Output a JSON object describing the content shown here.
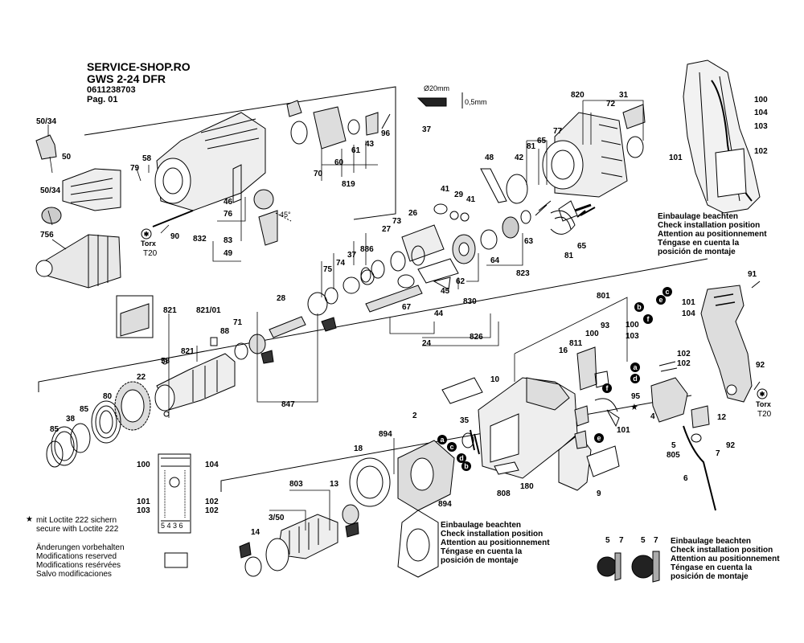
{
  "header": {
    "shop": "SERVICE-SHOP.RO",
    "model": "GWS 2-24 DFR",
    "part_number": "0611238703",
    "page": "Pag. 01"
  },
  "install_note": [
    "Einbaulage beachten",
    "Check installation position",
    "Attention au positionnement",
    "Téngase en cuenta la",
    "posición de montaje"
  ],
  "loctite_note": [
    "mit Loctite 222 sichern",
    "secure with Loctite 222"
  ],
  "modifications_note": [
    "Änderungen vorbehalten",
    "Modifications reserved",
    "Modifications resérvées",
    "Salvo modificaciones"
  ],
  "dimension": {
    "diameter": "Ø20mm",
    "thickness": "0,5mm"
  },
  "torx": {
    "label": "Torx",
    "size": "T20"
  },
  "angle": "45°",
  "wiring_terminals": "5 4 3 6",
  "labels": [
    {
      "id": "l1",
      "text": "50/34"
    },
    {
      "id": "l2",
      "text": "50"
    },
    {
      "id": "l3",
      "text": "50/34"
    },
    {
      "id": "l4",
      "text": "756"
    },
    {
      "id": "l5",
      "text": "79"
    },
    {
      "id": "l6",
      "text": "58"
    },
    {
      "id": "l7",
      "text": "90"
    },
    {
      "id": "l8",
      "text": "46"
    },
    {
      "id": "l9",
      "text": "76"
    },
    {
      "id": "l10",
      "text": "832"
    },
    {
      "id": "l11",
      "text": "83"
    },
    {
      "id": "l12",
      "text": "49"
    },
    {
      "id": "l13",
      "text": "70"
    },
    {
      "id": "l14",
      "text": "60"
    },
    {
      "id": "l15",
      "text": "61"
    },
    {
      "id": "l16",
      "text": "43"
    },
    {
      "id": "l17",
      "text": "96"
    },
    {
      "id": "l18",
      "text": "819"
    },
    {
      "id": "l19",
      "text": "37"
    },
    {
      "id": "l20",
      "text": "820"
    },
    {
      "id": "l21",
      "text": "31"
    },
    {
      "id": "l22",
      "text": "72"
    },
    {
      "id": "l23",
      "text": "77"
    },
    {
      "id": "l24",
      "text": "42"
    },
    {
      "id": "l25",
      "text": "81"
    },
    {
      "id": "l26",
      "text": "65"
    },
    {
      "id": "l27",
      "text": "48"
    },
    {
      "id": "l28",
      "text": "41"
    },
    {
      "id": "l29",
      "text": "29"
    },
    {
      "id": "l30",
      "text": "41"
    },
    {
      "id": "l31",
      "text": "73"
    },
    {
      "id": "l32",
      "text": "26"
    },
    {
      "id": "l33",
      "text": "27"
    },
    {
      "id": "l34",
      "text": "886"
    },
    {
      "id": "l35",
      "text": "37"
    },
    {
      "id": "l36",
      "text": "74"
    },
    {
      "id": "l37",
      "text": "75"
    },
    {
      "id": "l38",
      "text": "63"
    },
    {
      "id": "l39",
      "text": "65"
    },
    {
      "id": "l40",
      "text": "81"
    },
    {
      "id": "l41",
      "text": "64"
    },
    {
      "id": "l42",
      "text": "823"
    },
    {
      "id": "l43",
      "text": "62"
    },
    {
      "id": "l44",
      "text": "45"
    },
    {
      "id": "l45",
      "text": "830"
    },
    {
      "id": "l46",
      "text": "67"
    },
    {
      "id": "l47",
      "text": "44"
    },
    {
      "id": "l48",
      "text": "826"
    },
    {
      "id": "l49",
      "text": "24"
    },
    {
      "id": "l50",
      "text": "821"
    },
    {
      "id": "l51",
      "text": "821/01"
    },
    {
      "id": "l52",
      "text": "28"
    },
    {
      "id": "l53",
      "text": "71"
    },
    {
      "id": "l54",
      "text": "88"
    },
    {
      "id": "l55",
      "text": "58"
    },
    {
      "id": "l56",
      "text": "821"
    },
    {
      "id": "l57",
      "text": "22"
    },
    {
      "id": "l58",
      "text": "80"
    },
    {
      "id": "l59",
      "text": "85"
    },
    {
      "id": "l60",
      "text": "38"
    },
    {
      "id": "l61",
      "text": "85"
    },
    {
      "id": "l62",
      "text": "847"
    },
    {
      "id": "l63",
      "text": "100"
    },
    {
      "id": "l64",
      "text": "104"
    },
    {
      "id": "l65",
      "text": "103"
    },
    {
      "id": "l66",
      "text": "101"
    },
    {
      "id": "l67",
      "text": "102"
    },
    {
      "id": "l68",
      "text": "91"
    },
    {
      "id": "l69",
      "text": "801"
    },
    {
      "id": "l70",
      "text": "100"
    },
    {
      "id": "l71",
      "text": "103"
    },
    {
      "id": "l72",
      "text": "101"
    },
    {
      "id": "l73",
      "text": "104"
    },
    {
      "id": "l74",
      "text": "93"
    },
    {
      "id": "l75",
      "text": "811"
    },
    {
      "id": "l76",
      "text": "100"
    },
    {
      "id": "l77",
      "text": "16"
    },
    {
      "id": "l78",
      "text": "102"
    },
    {
      "id": "l79",
      "text": "102"
    },
    {
      "id": "l80",
      "text": "92"
    },
    {
      "id": "l81",
      "text": "10"
    },
    {
      "id": "l82",
      "text": "95"
    },
    {
      "id": "l83",
      "text": "4"
    },
    {
      "id": "l84",
      "text": "12"
    },
    {
      "id": "l85",
      "text": "101"
    },
    {
      "id": "l86",
      "text": "2"
    },
    {
      "id": "l87",
      "text": "35"
    },
    {
      "id": "l88",
      "text": "894"
    },
    {
      "id": "l89",
      "text": "18"
    },
    {
      "id": "l90",
      "text": "5"
    },
    {
      "id": "l91",
      "text": "805"
    },
    {
      "id": "l92",
      "text": "7"
    },
    {
      "id": "l93",
      "text": "92"
    },
    {
      "id": "l94",
      "text": "6"
    },
    {
      "id": "l95",
      "text": "808"
    },
    {
      "id": "l96",
      "text": "180"
    },
    {
      "id": "l97",
      "text": "9"
    },
    {
      "id": "l98",
      "text": "803"
    },
    {
      "id": "l99",
      "text": "13"
    },
    {
      "id": "l100",
      "text": "894"
    },
    {
      "id": "l101",
      "text": "3/50"
    },
    {
      "id": "l102",
      "text": "14"
    },
    {
      "id": "l103",
      "text": "100"
    },
    {
      "id": "l104",
      "text": "104"
    },
    {
      "id": "l105",
      "text": "101"
    },
    {
      "id": "l106",
      "text": "103"
    },
    {
      "id": "l107",
      "text": "102"
    },
    {
      "id": "l108",
      "text": "102"
    },
    {
      "id": "l109",
      "text": "5"
    },
    {
      "id": "l110",
      "text": "7"
    },
    {
      "id": "l111",
      "text": "5"
    },
    {
      "id": "l112",
      "text": "7"
    }
  ],
  "callouts": [
    {
      "id": "c1",
      "text": "a"
    },
    {
      "id": "c2",
      "text": "c"
    },
    {
      "id": "c3",
      "text": "d"
    },
    {
      "id": "c4",
      "text": "b"
    },
    {
      "id": "c5",
      "text": "b"
    },
    {
      "id": "c6",
      "text": "e"
    },
    {
      "id": "c7",
      "text": "c"
    },
    {
      "id": "c8",
      "text": "a"
    },
    {
      "id": "c9",
      "text": "d"
    },
    {
      "id": "c10",
      "text": "f"
    },
    {
      "id": "c11",
      "text": "e"
    },
    {
      "id": "c12",
      "text": "f"
    }
  ]
}
